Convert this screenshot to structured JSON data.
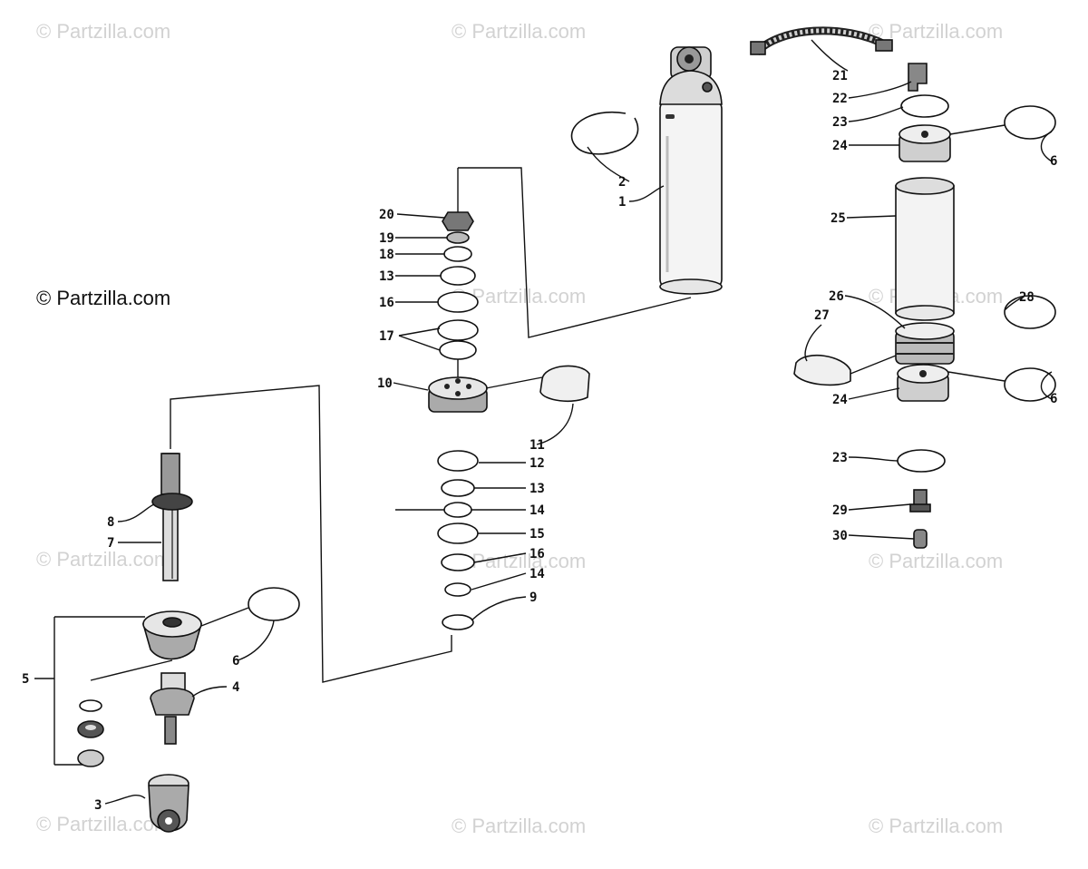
{
  "watermarks": {
    "top_left": "© Partzilla.com",
    "top_center": "© Partzilla.com",
    "top_right": "© Partzilla.com",
    "main": "© Partzilla.com",
    "mid_center": "© Partzilla.com",
    "mid_right": "© Partzilla.com",
    "low_left": "© Partzilla.com",
    "low_center": "© Partzilla.com",
    "low_right": "© Partzilla.com",
    "bottom_left": "© Partzilla.com",
    "bottom_center": "© Partzilla.com",
    "bottom_right": "© Partzilla.com"
  },
  "callouts": {
    "c1": "1",
    "c2": "2",
    "c3": "3",
    "c4": "4",
    "c5": "5",
    "c6a": "6",
    "c6b": "6",
    "c6c": "6",
    "c7": "7",
    "c8": "8",
    "c9": "9",
    "c10": "10",
    "c11": "11",
    "c12": "12",
    "c13a": "13",
    "c13b": "13",
    "c14a": "14",
    "c14b": "14",
    "c15": "15",
    "c16a": "16",
    "c16b": "16",
    "c17": "17",
    "c18": "18",
    "c19": "19",
    "c20": "20",
    "c21": "21",
    "c22": "22",
    "c23a": "23",
    "c23b": "23",
    "c24a": "24",
    "c24b": "24",
    "c25": "25",
    "c26": "26",
    "c27": "27",
    "c28": "28",
    "c29": "29",
    "c30": "30"
  }
}
